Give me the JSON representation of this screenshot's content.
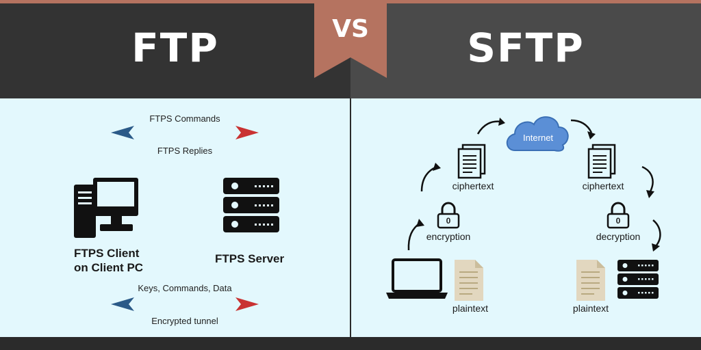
{
  "header": {
    "left_title": "FTP",
    "vs": "VS",
    "right_title": "SFTP"
  },
  "ftp": {
    "commands_label": "FTPS Commands",
    "replies_label": "FTPS Replies",
    "client_label_line1": "FTPS Client",
    "client_label_line2": "on Client PC",
    "server_label": "FTPS Server",
    "keys_label": "Keys, Commands, Data",
    "tunnel_label": "Encrypted tunnel"
  },
  "sftp": {
    "internet_label": "Internet",
    "ciphertext_left": "ciphertext",
    "ciphertext_right": "ciphertext",
    "encryption_label": "encryption",
    "decryption_label": "decryption",
    "lock_digit_left": "0",
    "lock_digit_right": "0",
    "plaintext_left": "plaintext",
    "plaintext_right": "plaintext"
  },
  "colors": {
    "accent": "#b57360",
    "panel_bg": "#e3f8fd",
    "arrow_blue": "#2b5a88",
    "arrow_red": "#c93232",
    "cloud": "#5b8fd6"
  },
  "icons": [
    "desktop-computer-icon",
    "server-rack-icon",
    "cloud-icon",
    "document-icon",
    "padlock-icon",
    "laptop-icon",
    "curved-arrow-icon"
  ]
}
